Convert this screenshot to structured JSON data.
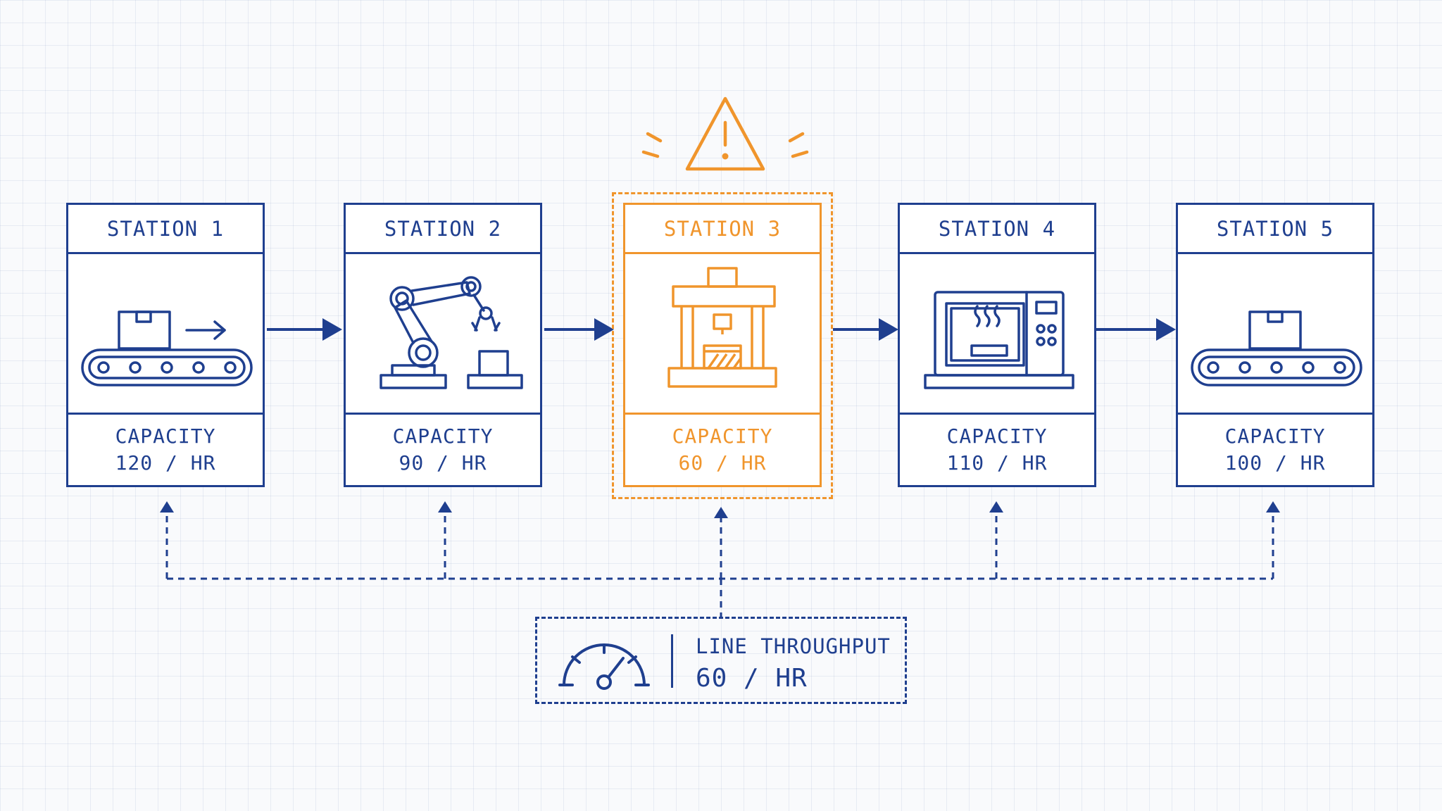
{
  "stations": [
    {
      "title": "STATION 1",
      "capacity_label": "CAPACITY",
      "capacity_value": "120 / HR",
      "icon": "conveyor-belt-icon"
    },
    {
      "title": "STATION 2",
      "capacity_label": "CAPACITY",
      "capacity_value": "90 / HR",
      "icon": "robotic-arm-icon"
    },
    {
      "title": "STATION 3",
      "capacity_label": "CAPACITY",
      "capacity_value": "60 / HR",
      "icon": "hydraulic-press-icon",
      "bottleneck": true
    },
    {
      "title": "STATION 4",
      "capacity_label": "CAPACITY",
      "capacity_value": "110 / HR",
      "icon": "oven-icon"
    },
    {
      "title": "STATION 5",
      "capacity_label": "CAPACITY",
      "capacity_value": "100 / HR",
      "icon": "conveyor-belt-icon"
    }
  ],
  "throughput": {
    "label": "LINE THROUGHPUT",
    "value": "60 / HR",
    "icon": "gauge-icon"
  },
  "alert_icon": "warning-triangle-icon",
  "colors": {
    "primary": "#1f3f8f",
    "warning": "#f0952c",
    "background": "#f9fafc"
  }
}
